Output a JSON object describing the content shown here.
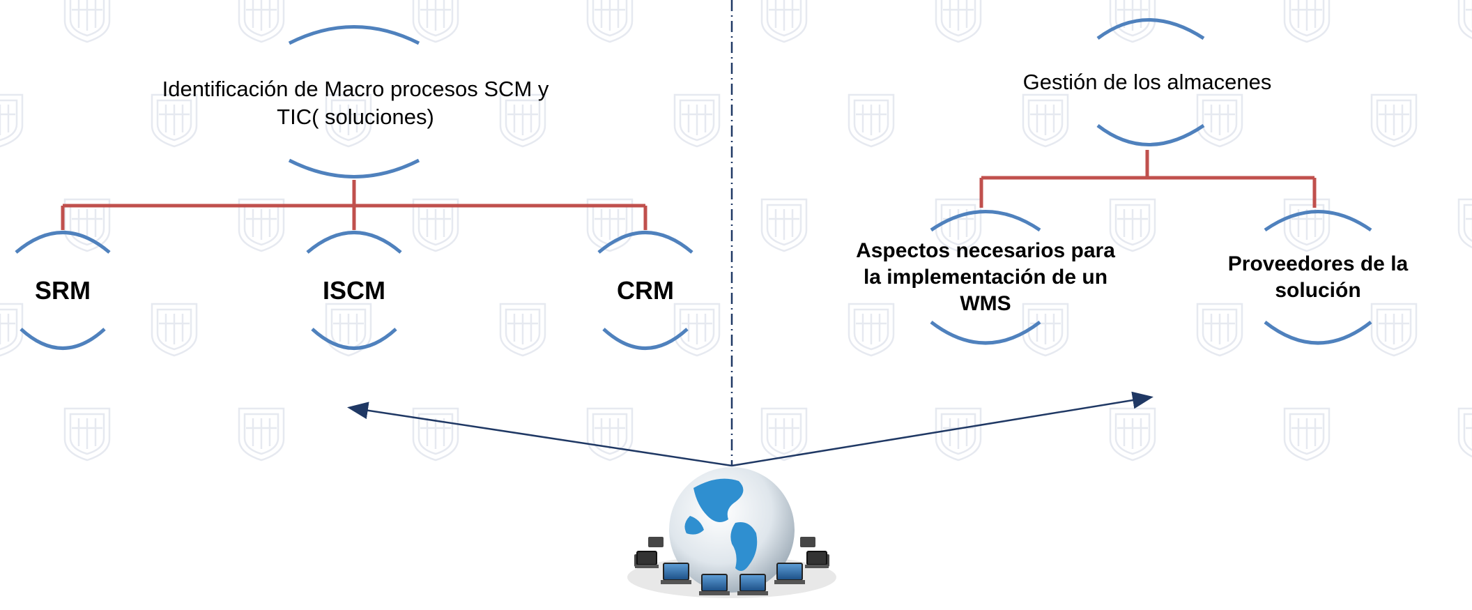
{
  "left_tree": {
    "root_label": "Identificación de Macro procesos SCM y TIC( soluciones)",
    "children": [
      {
        "label": "SRM"
      },
      {
        "label": "ISCM"
      },
      {
        "label": "CRM"
      }
    ]
  },
  "right_tree": {
    "root_label": "Gestión de los almacenes",
    "children": [
      {
        "label": "Aspectos necesarios para la implementación de un WMS"
      },
      {
        "label": "Proveedores de la solución"
      }
    ]
  },
  "colors": {
    "bracket": "#4f81bd",
    "connector": "#c0504d",
    "divider": "#1f3864",
    "arrow": "#1f3864",
    "watermark": "#e6e9f0",
    "globe_water": "#dfe6ec",
    "globe_land": "#2f8fd0"
  },
  "icons": {
    "watermark": "shield-watermark-icon",
    "globe": "globe-network-icon"
  }
}
